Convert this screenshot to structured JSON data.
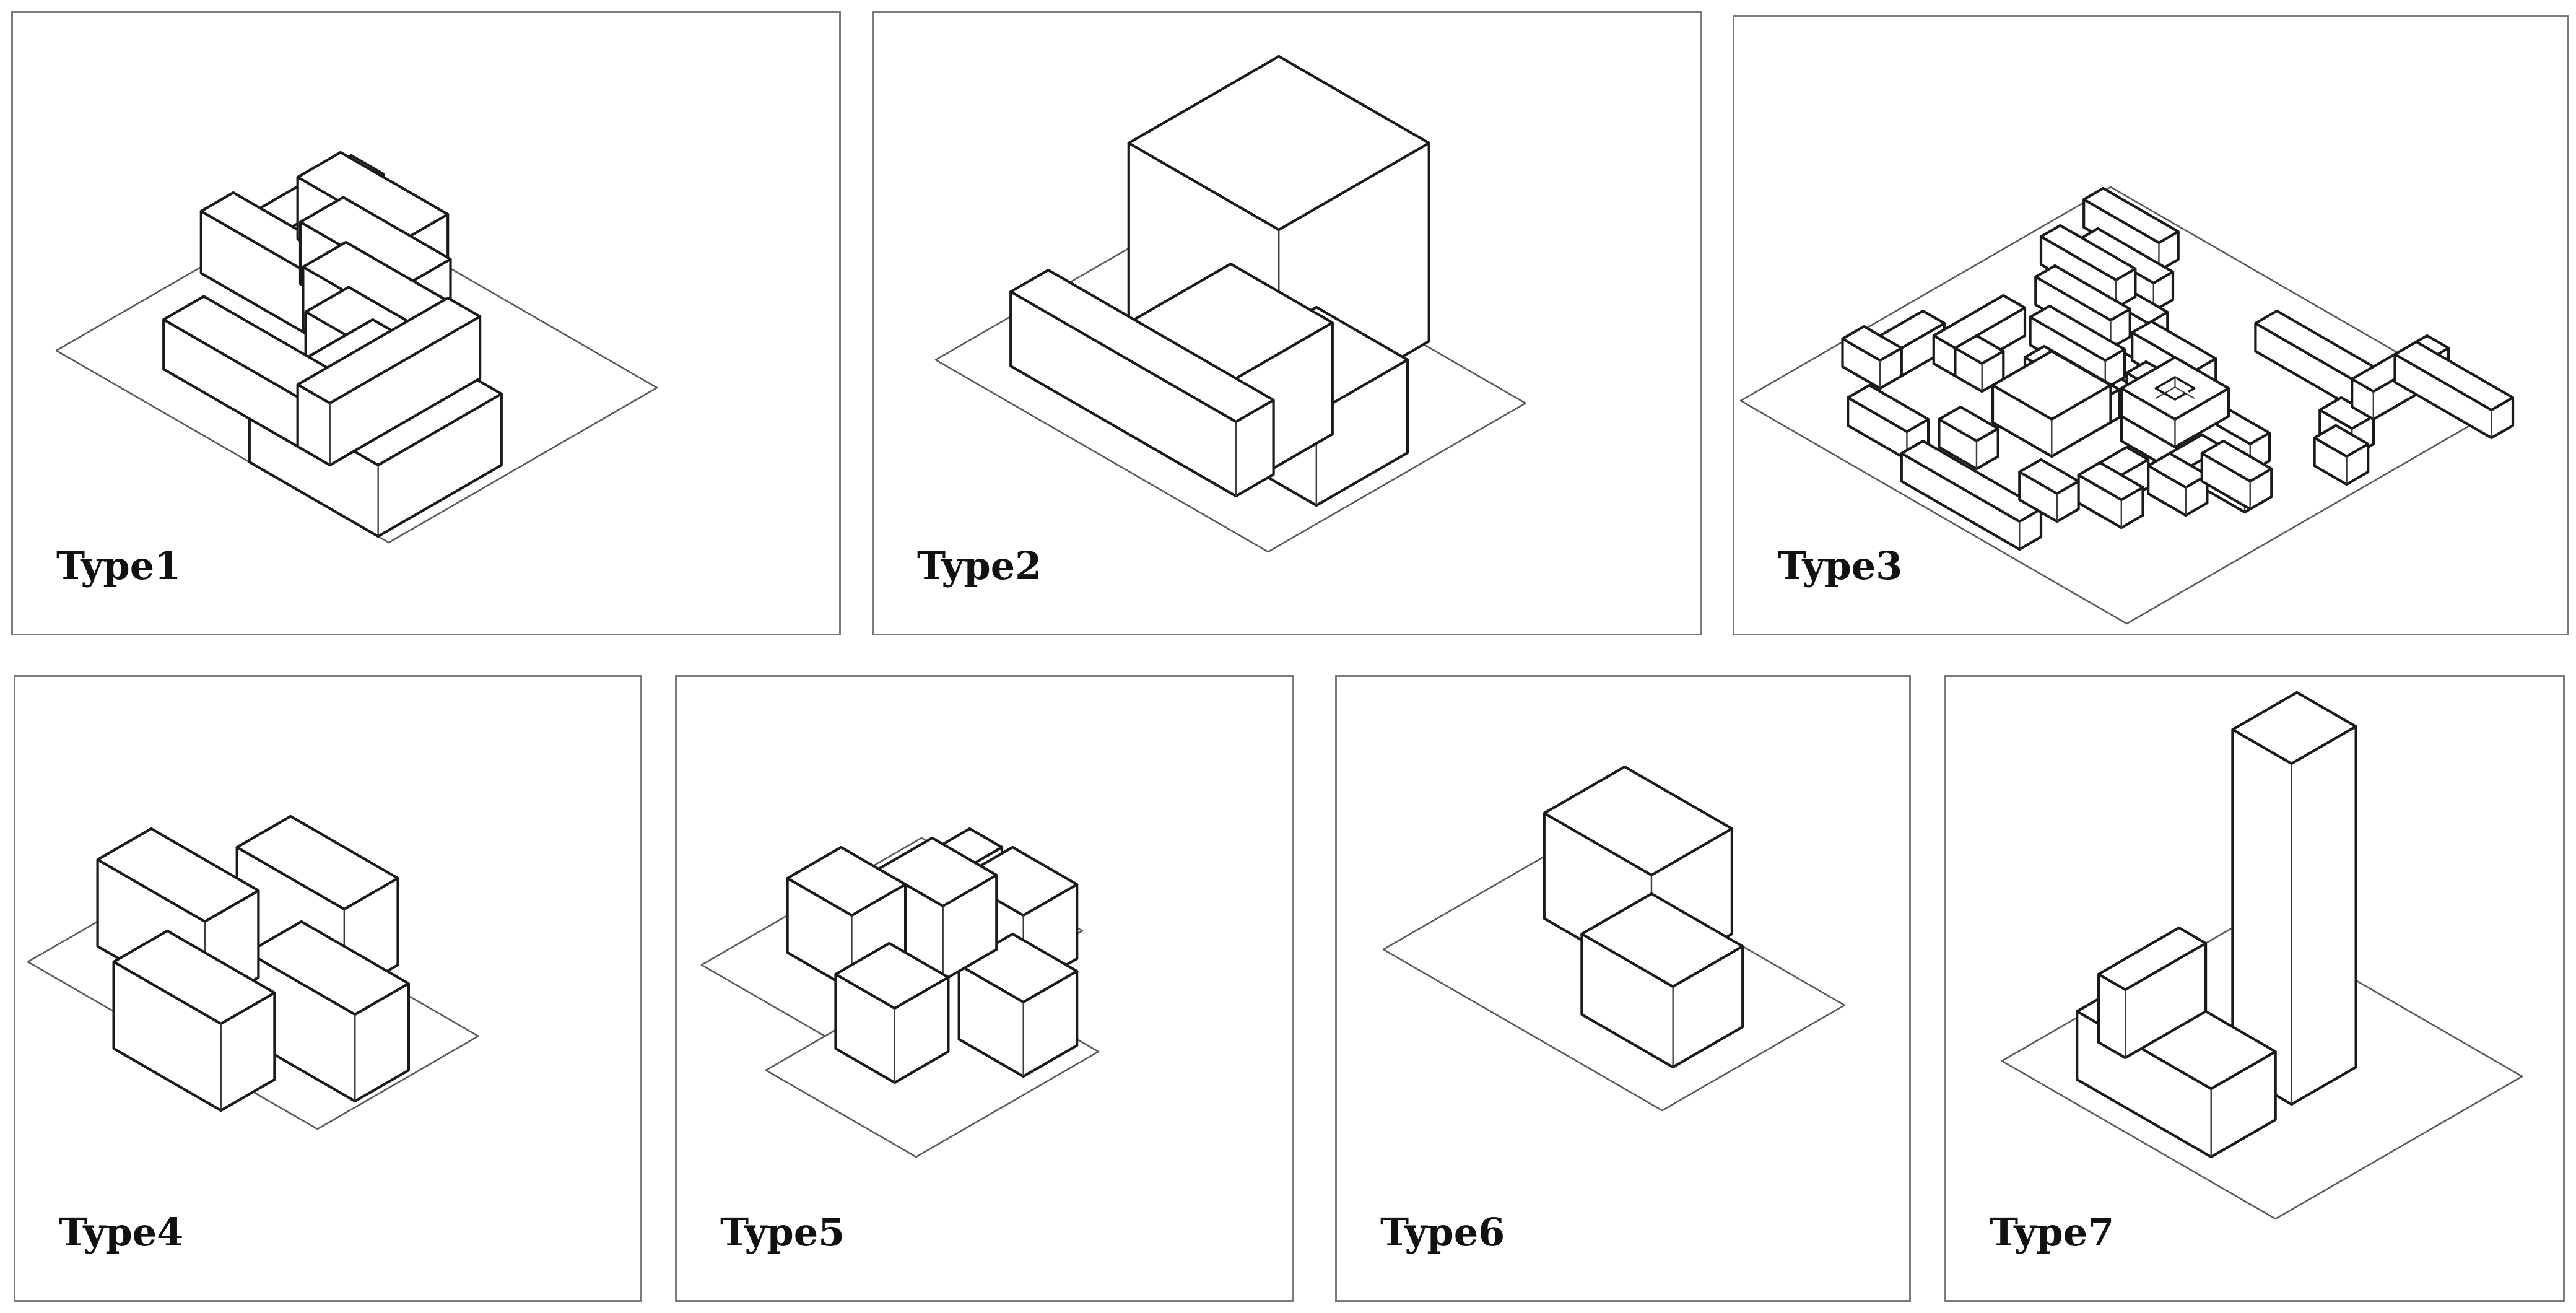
{
  "panels": [
    {
      "id": "type1",
      "label": "Type1"
    },
    {
      "id": "type2",
      "label": "Type2"
    },
    {
      "id": "type3",
      "label": "Type3"
    },
    {
      "id": "type4",
      "label": "Type4"
    },
    {
      "id": "type5",
      "label": "Type5"
    },
    {
      "id": "type6",
      "label": "Type6"
    },
    {
      "id": "type7",
      "label": "Type7"
    }
  ]
}
